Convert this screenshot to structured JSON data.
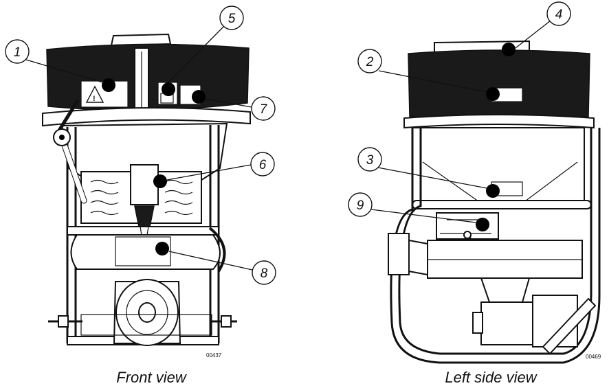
{
  "views": [
    {
      "caption": "Front view",
      "figure_id": "00437"
    },
    {
      "caption": "Left side view",
      "figure_id": "00469"
    }
  ],
  "callouts": [
    "1",
    "2",
    "3",
    "4",
    "5",
    "6",
    "7",
    "8",
    "9"
  ]
}
